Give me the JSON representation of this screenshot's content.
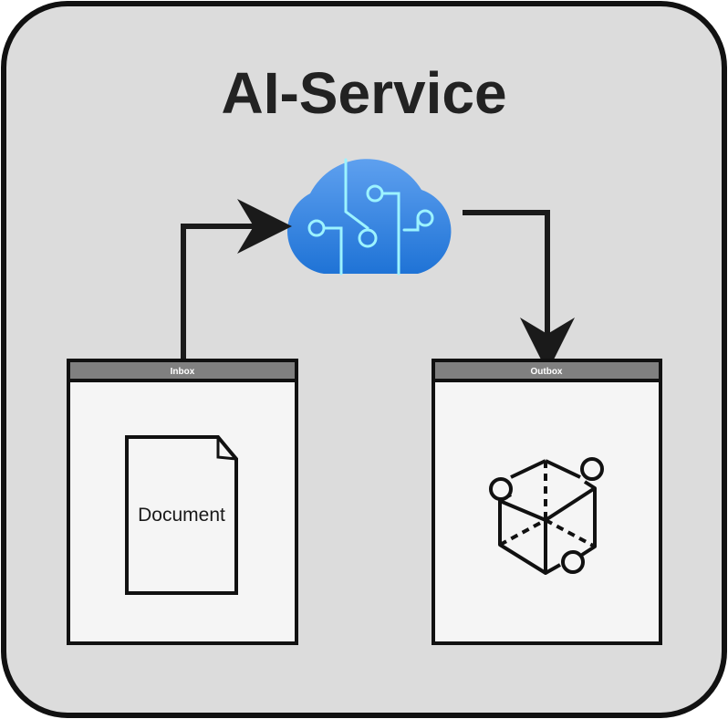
{
  "diagram": {
    "title": "AI-Service",
    "inbox": {
      "header": "Inbox",
      "document_label": "Document"
    },
    "outbox": {
      "header": "Outbox",
      "icon": "model-cube-icon"
    },
    "service_icon": "ai-cloud-icon",
    "colors": {
      "container_fill": "#dcdcdc",
      "container_stroke": "#111111",
      "box_fill": "#f5f5f5",
      "box_header": "#808080",
      "cloud_top": "#5ea0ef",
      "cloud_bottom": "#1f73d6",
      "circuit": "#9cf3ff",
      "arrow": "#1a1a1a"
    }
  }
}
